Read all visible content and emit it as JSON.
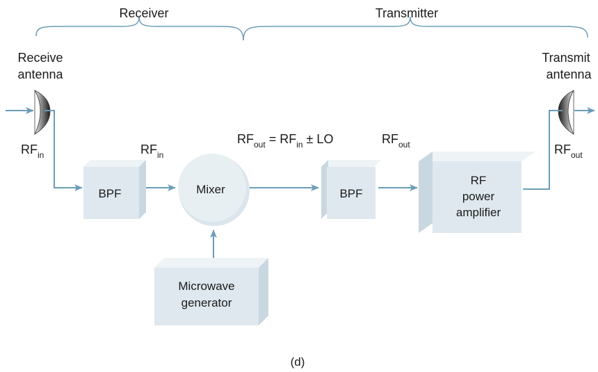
{
  "header": {
    "receiver_label": "Receiver",
    "transmitter_label": "Transmitter"
  },
  "antennas": {
    "receive_line1": "Receive",
    "receive_line2": "antenna",
    "transmit_line1": "Transmit",
    "transmit_line2": "antenna"
  },
  "signals": {
    "rf_in_main": "RF",
    "rf_in_sub": "in",
    "rf_out_main": "RF",
    "rf_out_sub": "out",
    "equation_eq": " = ",
    "equation_pm": " ± LO"
  },
  "blocks": {
    "bpf_input": "BPF",
    "mixer": "Mixer",
    "bpf_output": "BPF",
    "amp_line1": "RF",
    "amp_line2": "power",
    "amp_line3": "amplifier",
    "generator_line1": "Microwave",
    "generator_line2": "generator"
  },
  "caption": "(d)",
  "colors": {
    "line": "#6b9db8",
    "brace": "#6b9db8",
    "block_front": "#dfe8ee",
    "block_top": "#eef3f6",
    "block_side": "#c9d7e0",
    "mixer_body": "#dbe5ec",
    "mixer_face": "#e8eff3"
  }
}
